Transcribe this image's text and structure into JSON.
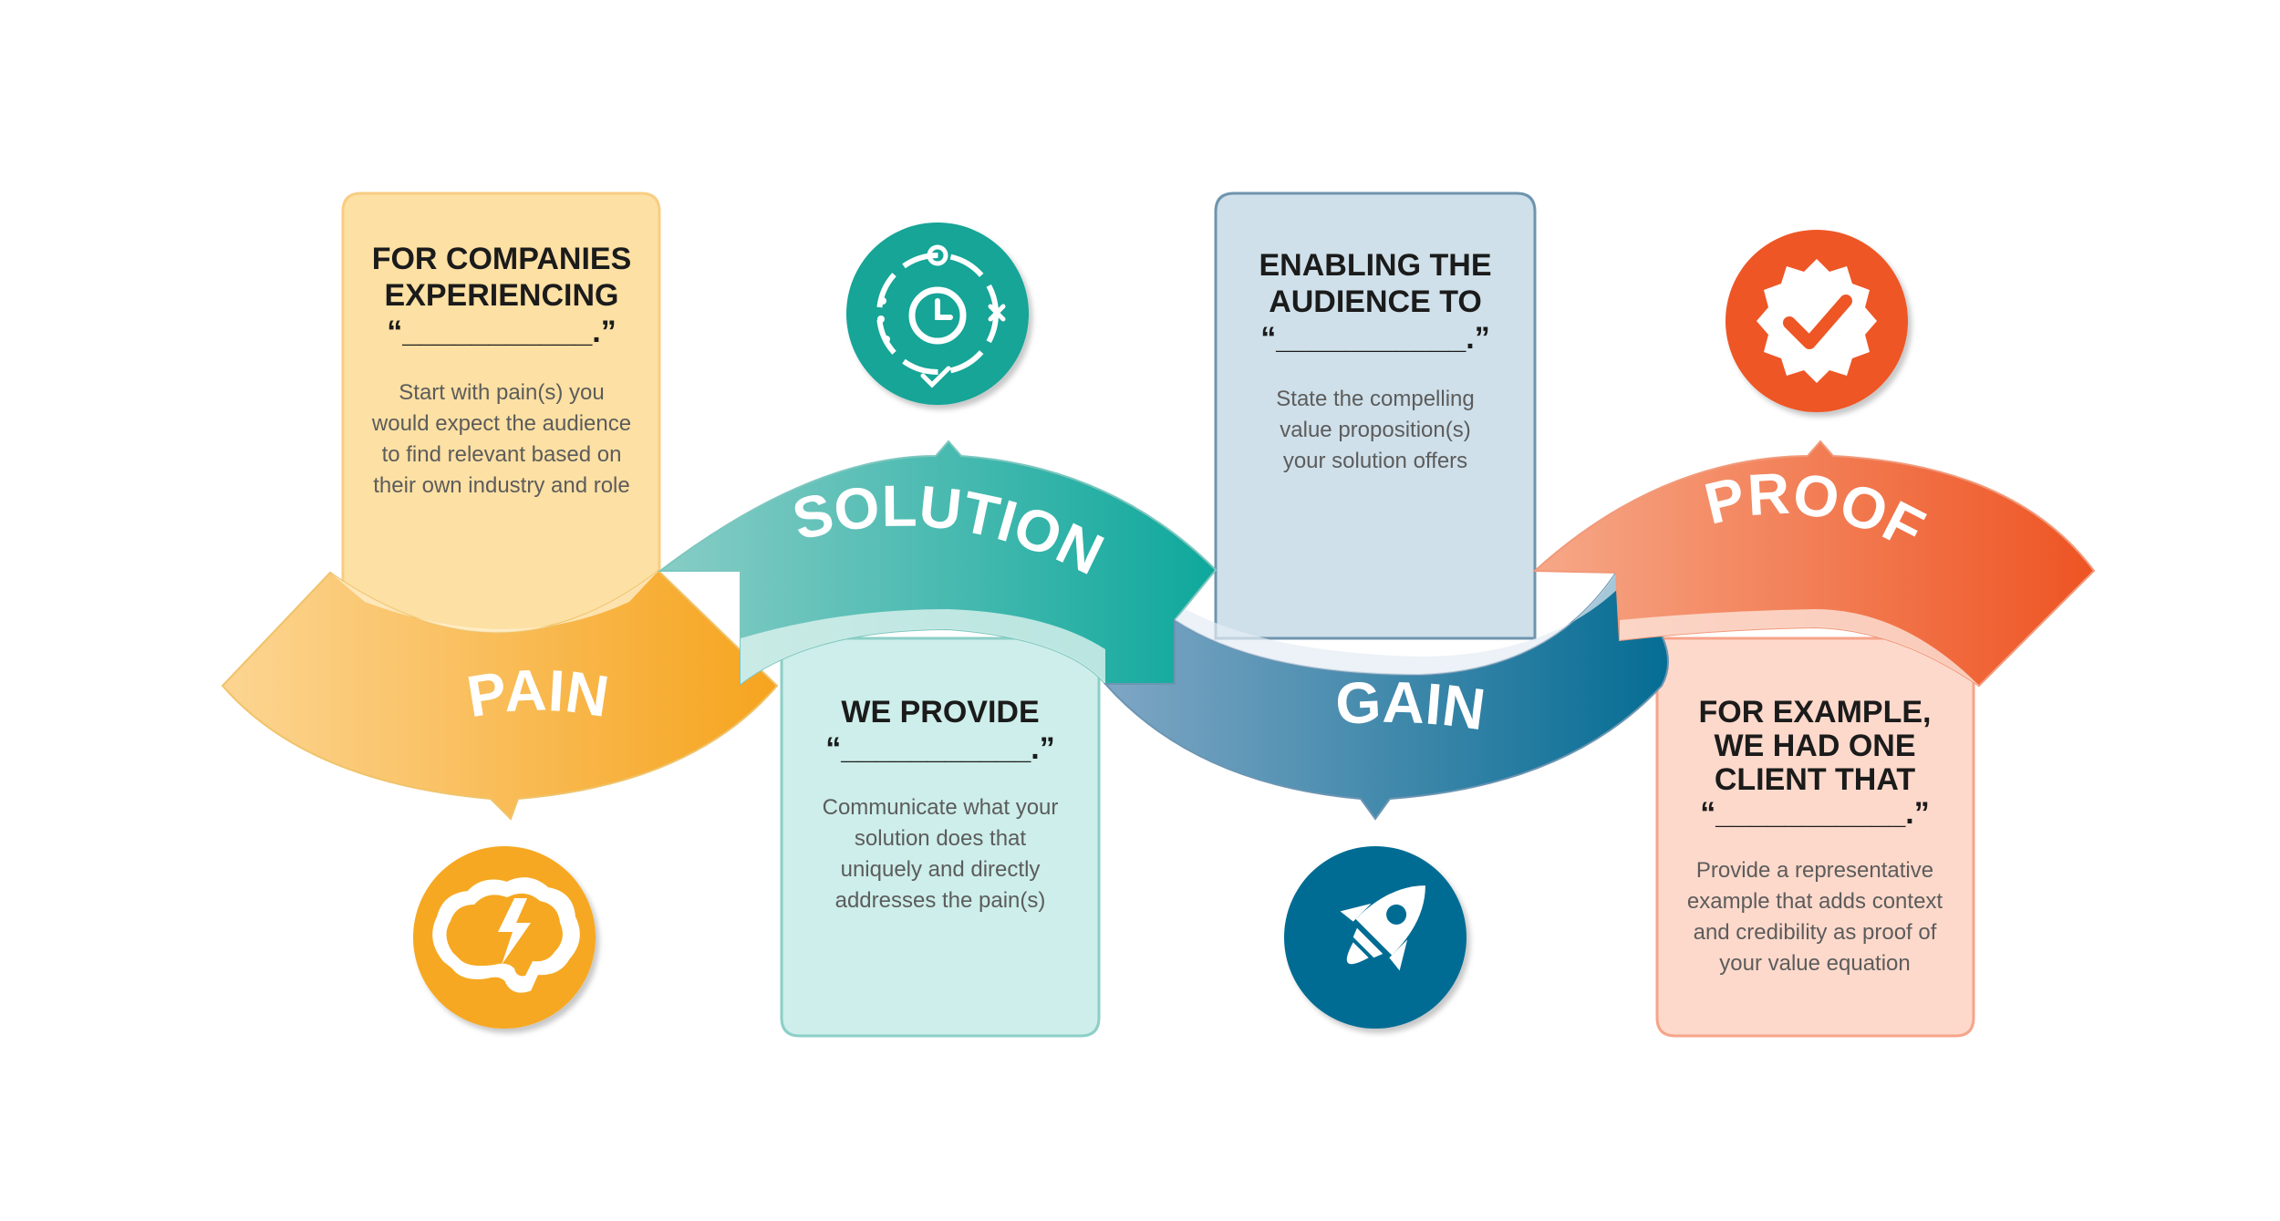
{
  "stages": [
    {
      "key": "pain",
      "label": "PAIN",
      "icon": "brain-lightning-icon",
      "color": "#f5a623",
      "heading": [
        "FOR COMPANIES",
        "EXPERIENCING",
        "“___________.”"
      ],
      "body": [
        "Start with pain(s) you",
        "would expect the audience",
        "to find relevant based on",
        "their own industry and role"
      ]
    },
    {
      "key": "solution",
      "label": "SOLUTION",
      "icon": "clock-cycle-icon",
      "color": "#16a69a",
      "heading": [
        "WE PROVIDE",
        "“___________.”"
      ],
      "body": [
        "Communicate what your",
        "solution does that",
        "uniquely and directly",
        "addresses the pain(s)"
      ]
    },
    {
      "key": "gain",
      "label": "GAIN",
      "icon": "rocket-icon",
      "color": "#0e7299",
      "heading": [
        "ENABLING THE",
        "AUDIENCE TO",
        "“___________.”"
      ],
      "body": [
        "State the compelling",
        "value proposition(s)",
        "your solution offers"
      ]
    },
    {
      "key": "proof",
      "label": "PROOF",
      "icon": "checkmark-badge-icon",
      "color": "#ef5a2a",
      "heading": [
        "FOR EXAMPLE,",
        "WE HAD ONE",
        "CLIENT THAT",
        "“___________.”"
      ],
      "body": [
        "Provide a representative",
        "example that adds context",
        "and credibility as proof of",
        "your value equation"
      ]
    }
  ]
}
